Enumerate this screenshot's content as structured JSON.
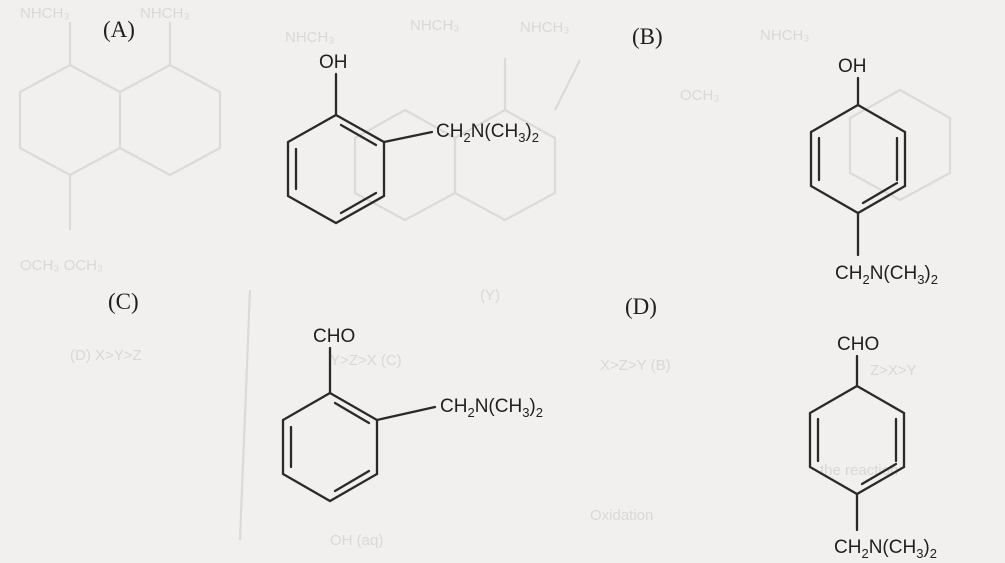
{
  "options": [
    {
      "label": "(A)",
      "group1": "OH",
      "group2_main": "CH",
      "group2_sub1": "2",
      "group2_mid": "N(CH",
      "group2_sub2": "3",
      "group2_end": ")",
      "group2_sub3": "2"
    },
    {
      "label": "(B)",
      "group1": "OH",
      "group2_main": "CH",
      "group2_sub1": "2",
      "group2_mid": "N(CH",
      "group2_sub2": "3",
      "group2_end": ")",
      "group2_sub3": "2"
    },
    {
      "label": "(C)",
      "group1": "CHO",
      "group2_main": "CH",
      "group2_sub1": "2",
      "group2_mid": "N(CH",
      "group2_sub2": "3",
      "group2_end": ")",
      "group2_sub3": "2"
    },
    {
      "label": "(D)",
      "group1": "CHO",
      "group2_main": "CH",
      "group2_sub1": "2",
      "group2_mid": "N(CH",
      "group2_sub2": "3",
      "group2_end": ")",
      "group2_sub3": "2"
    }
  ],
  "colors": {
    "paper": "#f1f0ee",
    "ink": "#1f1f1f",
    "bleed": "#dcdad6"
  }
}
